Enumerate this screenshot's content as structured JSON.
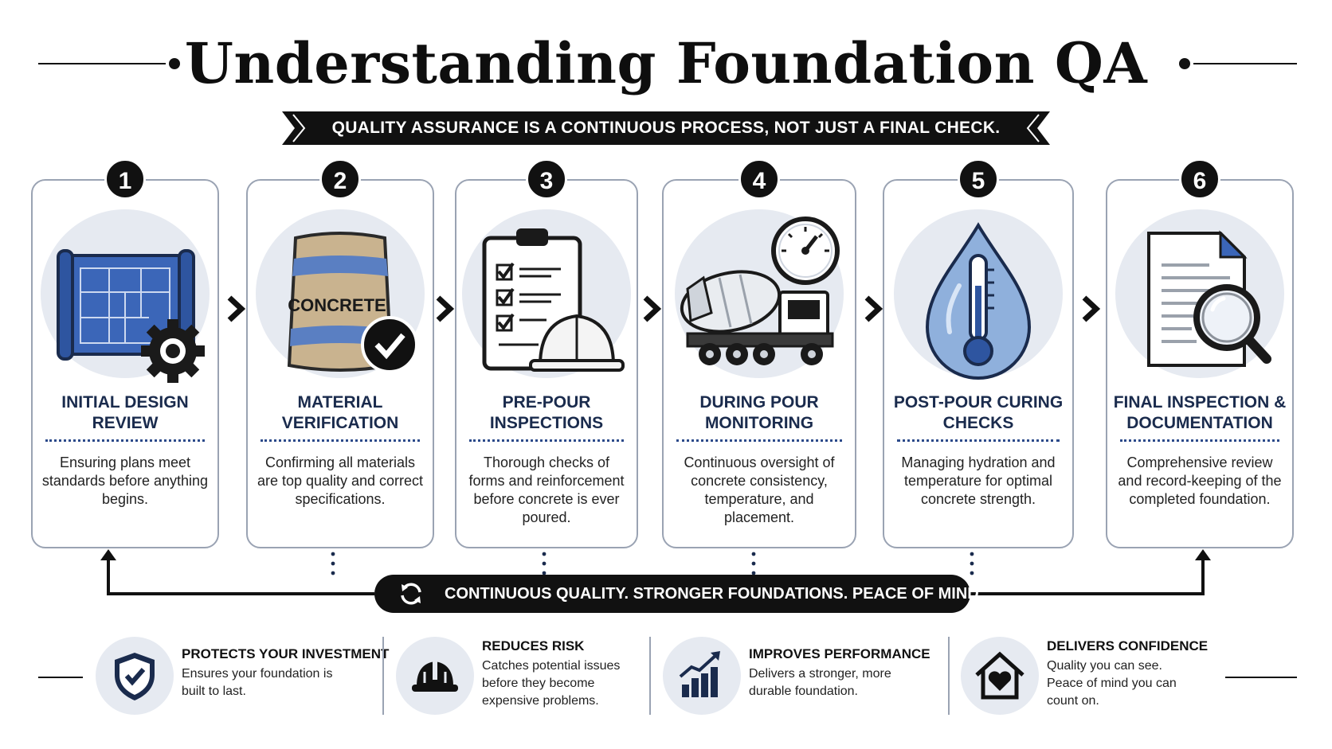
{
  "header": {
    "title": "Understanding Foundation QA",
    "banner": "QUALITY ASSURANCE IS A CONTINUOUS PROCESS, NOT JUST A FINAL CHECK."
  },
  "steps": [
    {
      "number": "1",
      "title": "INITIAL DESIGN REVIEW",
      "description": "Ensuring plans meet standards before anything begins.",
      "icon": "blueprint-gear-icon"
    },
    {
      "number": "2",
      "title": "MATERIAL VERIFICATION",
      "description": "Confirming all materials are top quality and correct specifications.",
      "icon": "concrete-bag-check-icon",
      "icon_label": "CONCRETE"
    },
    {
      "number": "3",
      "title": "PRE-POUR INSPECTIONS",
      "description": "Thorough checks of forms and reinforcement before concrete is ever poured.",
      "icon": "clipboard-hardhat-icon"
    },
    {
      "number": "4",
      "title": "DURING POUR MONITORING",
      "description": "Continuous oversight of concrete consistency, temperature, and placement.",
      "icon": "mixer-truck-gauge-icon"
    },
    {
      "number": "5",
      "title": "POST-POUR CURING CHECKS",
      "description": "Managing hydration and temperature for optimal concrete strength.",
      "icon": "water-drop-thermometer-icon"
    },
    {
      "number": "6",
      "title": "FINAL INSPECTION & DOCUMENTATION",
      "description": "Comprehensive review and record-keeping of the completed foundation.",
      "icon": "document-magnifier-icon"
    }
  ],
  "loop": {
    "text": "CONTINUOUS QUALITY. STRONGER FOUNDATIONS. PEACE OF MIND.",
    "icon": "refresh-cycle-icon"
  },
  "benefits": [
    {
      "title": "PROTECTS YOUR INVESTMENT",
      "text": "Ensures your foundation is built to last.",
      "icon": "shield-check-icon"
    },
    {
      "title": "REDUCES RISK",
      "text": "Catches potential issues before they become expensive problems.",
      "icon": "hardhat-icon"
    },
    {
      "title": "IMPROVES PERFORMANCE",
      "text": "Delivers a stronger, more durable foundation.",
      "icon": "rising-bar-chart-icon"
    },
    {
      "title": "DELIVERS CONFIDENCE",
      "text": "Quality you can see. Peace of mind you can count on.",
      "icon": "house-heart-icon"
    }
  ],
  "colors": {
    "ink": "#111111",
    "navy": "#1a2b4d",
    "accent_blue": "#3b66b8",
    "soft_circle": "#e6eaf1",
    "card_border": "#9aa3b3"
  }
}
